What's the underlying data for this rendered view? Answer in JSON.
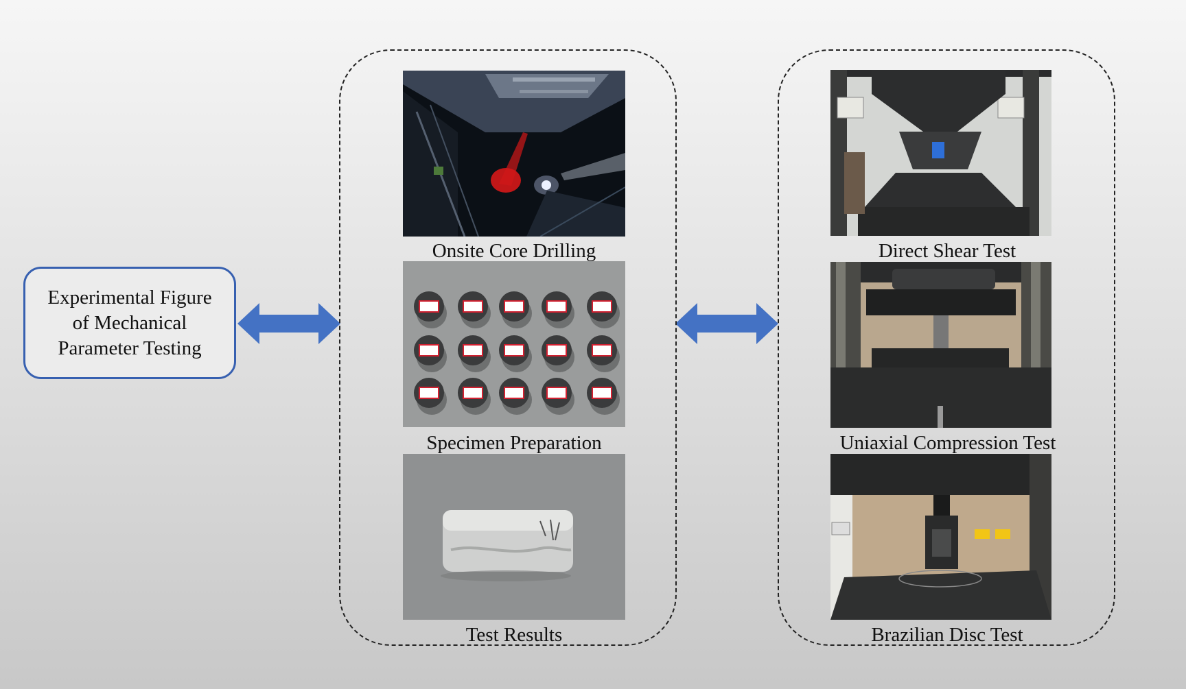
{
  "title_box": {
    "text": "Experimental Figure of Mechanical Parameter Testing"
  },
  "left_group": {
    "items": [
      {
        "caption": "Onsite Core Drilling",
        "icon": "tunnel-photo"
      },
      {
        "caption": "Specimen Preparation",
        "icon": "specimens-photo"
      },
      {
        "caption": "Test Results",
        "icon": "broken-specimen-photo"
      }
    ]
  },
  "right_group": {
    "items": [
      {
        "caption": "Direct Shear Test",
        "icon": "shear-machine-photo"
      },
      {
        "caption": "Uniaxial Compression Test",
        "icon": "compression-machine-photo"
      },
      {
        "caption": "Brazilian Disc Test",
        "icon": "brazilian-machine-photo"
      }
    ]
  },
  "colors": {
    "arrow": "#4472c4",
    "box_border": "#3760b0"
  }
}
